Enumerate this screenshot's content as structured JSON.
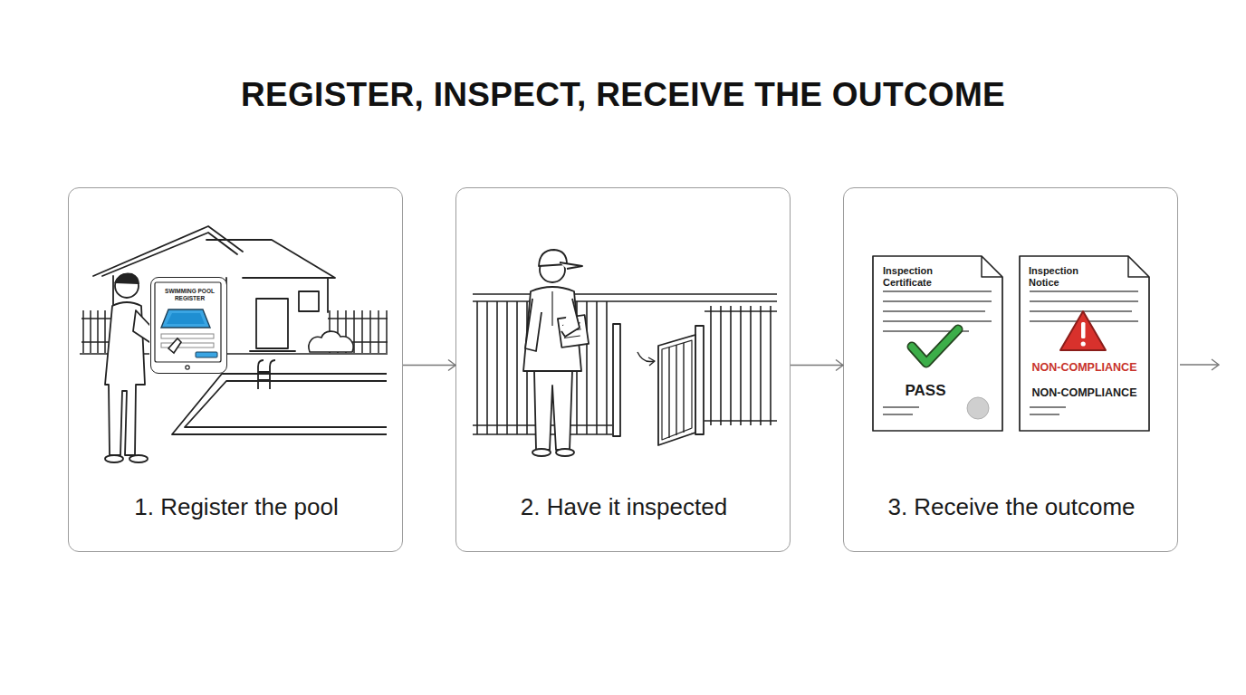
{
  "diagram": {
    "title": "REGISTER, INSPECT, RECEIVE THE OUTCOME",
    "nodes": [
      {
        "text": [
          "1. Register the pool"
        ]
      },
      {
        "text": [
          "SWIMMING POOL REGISTER"
        ],
        "in": 0
      },
      {
        "text": [
          "2. Have it inspected"
        ]
      },
      {
        "text": [
          "3. Receive the outcome"
        ]
      },
      {
        "text": [
          "Inspection Certificate",
          "PASS"
        ],
        "in": 3
      },
      {
        "text": [
          "Inspection Notice",
          "NON-COMPLIANCE",
          "NON-COMPLIANCE"
        ],
        "in": 3
      }
    ],
    "edges": [
      {
        "from": 0,
        "to": 2,
        "arrow": "to"
      },
      {
        "from": 2,
        "to": 3,
        "arrow": "to"
      }
    ]
  }
}
